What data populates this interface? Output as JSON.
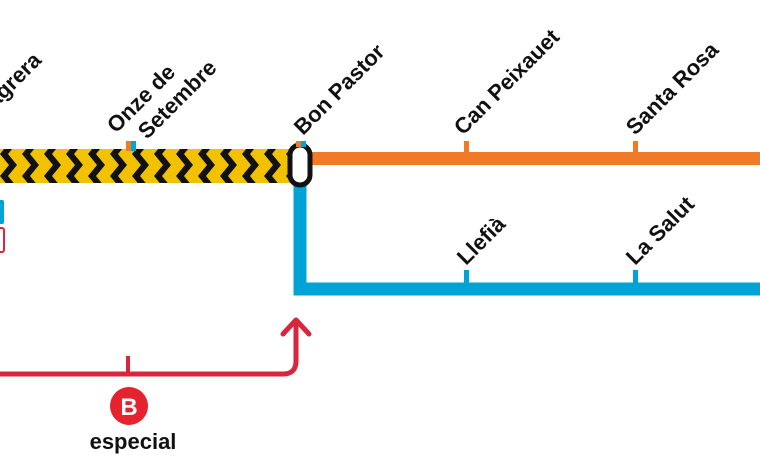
{
  "lines": {
    "orange": {
      "color": "#F07A28"
    },
    "blue": {
      "color": "#00A3D6"
    },
    "red": {
      "color": "#D7263D"
    },
    "closed": {
      "stripe_a": "#F2C200",
      "stripe_b": "#111111"
    }
  },
  "stations": {
    "sagrera": "agrera",
    "onze_line1": "Onze de",
    "onze_line2": "Setembre",
    "bon_pastor": "Bon Pastor",
    "can_peixauet": "Can Peixauet",
    "santa_rosa": "Santa Rosa",
    "llefia": "Llefià",
    "la_salut": "La Salut"
  },
  "bus": {
    "letter": "B",
    "label": "especial"
  },
  "icons": {
    "bus": "bus-b-badge-icon",
    "transfer": "interchange-icon",
    "arrow": "arrow-up-icon"
  }
}
